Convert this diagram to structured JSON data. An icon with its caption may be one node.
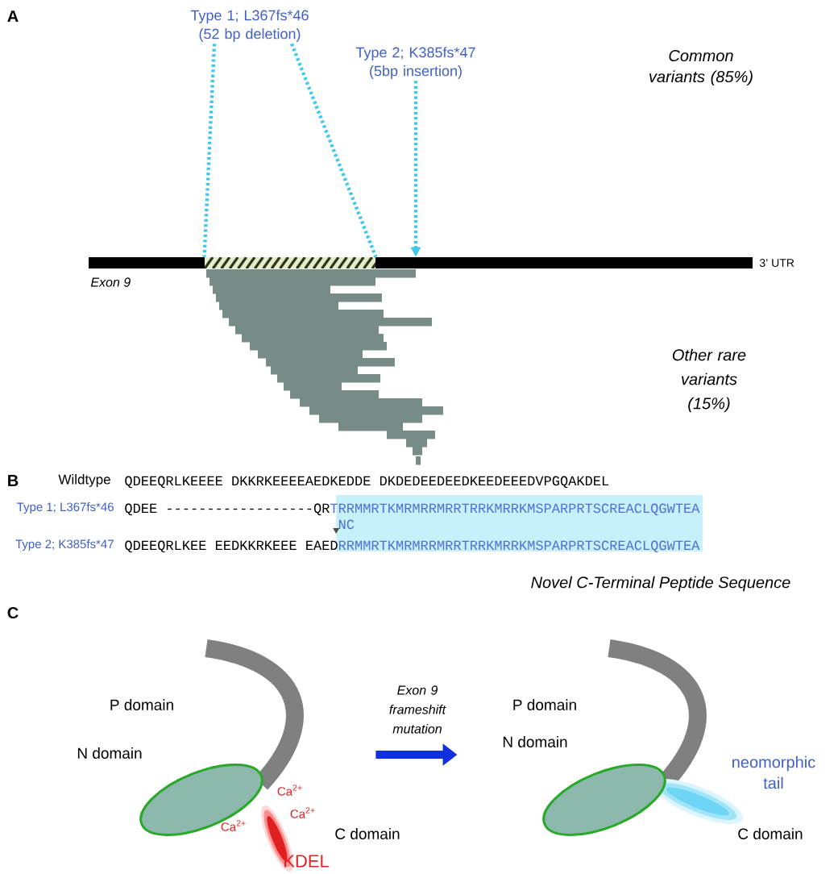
{
  "diagram": {
    "nodes": [
      {
        "text": [
          "Type 1; L367fs*46 (52 bp deletion)"
        ]
      },
      {
        "text": [
          "Type 2; K385fs*47 (5bp insertion)"
        ]
      },
      {
        "text": [],
        "shape": "bar"
      },
      {
        "text": [],
        "shape": "bar",
        "in": 2
      },
      {
        "text": [],
        "shape": "picture"
      },
      {
        "text": [],
        "shape": "picture"
      }
    ],
    "edges": [
      {
        "from": 0,
        "to": 3,
        "arrow": "none",
        "style": "dashed",
        "color": "#40c8ec"
      },
      {
        "from": 0,
        "to": 3,
        "arrow": "none",
        "style": "dashed",
        "color": "#40c8ec"
      },
      {
        "from": 1,
        "to": 2,
        "arrow": "to",
        "style": "dashed",
        "color": "#40c8ec"
      },
      {
        "from": 4,
        "to": 5,
        "arrow": "to",
        "style": "thick",
        "color": "#1030e0",
        "label": "Exon 9 frameshift mutation"
      }
    ],
    "labels": [
      "A",
      "Common variants (85%)",
      "3’ UTR",
      "Exon 9",
      "Other rare variants (15%)",
      "B",
      "Wildtype",
      "QDEEQRLKEEEE DKKRKEEEEAEDKEDDE DKDEDEEDEEDKEEDEEEDVPGQAKDEL",
      "Type 1; L367fs*46",
      "QDEE",
      "------------------",
      "QR",
      "TRR",
      "MMRTKMRMRRMRRTRRKMRRKMSPARPRTSCREACLQGWTEA",
      "NC",
      "Type 2; K385fs*47",
      "QDEEQRLKEE EEDKKRKEEE EAED",
      "RRMMRTKMRMRRMRRTRRKMRRKMSPARPRTSCREACLQGWTEA",
      "Novel C-Terminal Peptide Sequence",
      "C",
      "P domain",
      "N domain",
      "Ca$^{2+}$",
      "Ca$^{2+}$",
      "Ca$^{2+}$",
      "C domain",
      "KDEL",
      "P domain",
      "N domain",
      "neomorphic tail",
      "C domain"
    ]
  }
}
